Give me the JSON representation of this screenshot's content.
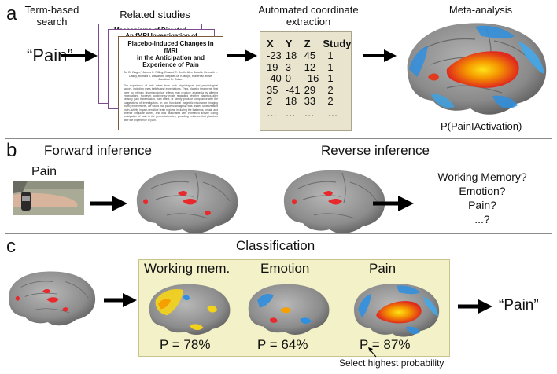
{
  "panel_a": {
    "letter": "a",
    "search_label": "Term-based\nsearch",
    "query": "“Pain”",
    "studies_label": "Related studies",
    "papers": [
      {
        "title": "Mechanisms of Directed"
      },
      {
        "title": "An fMRI Investigation of"
      },
      {
        "title": "Placebo-Induced Changes in fMRI\nin the Anticipation and\nExperience of Pain",
        "authors": "Tor D. Wager,* James K. Rilling, Edward E. Smith, Alex Sokolik, Kenneth L. Casey, Richard J. Davidson, Stephen M. Kosslyn, Robert M. Rose, Jonathan D. Cohen",
        "body": "The experience of pain arises from both physiological and psychological factors, including one's beliefs and expectations. Thus, placebo treatments that have no intrinsic pharmacological effects may produce analgesia by altering expectations. However, controversy exists regarding whether placebos alter sensory pain transmission, pain affect, or simply produce compliance with the suggestions of investigators. In two functional magnetic resonance imaging (fMRI) experiments, we found that placebo analgesia was related to decreased brain activity in pain-sensitive brain regions, including the thalamus, insula, and anterior cingulate cortex, and was associated with increased activity during anticipation of pain in the prefrontal cortex, providing evidence that placebos alter the experience of pain."
      }
    ],
    "extraction_label": "Automated coordinate\nextraction",
    "coord_headers": [
      "X",
      "Y",
      "Z",
      "Study"
    ],
    "coord_rows": [
      [
        "-23",
        "18",
        "45",
        "1"
      ],
      [
        "19",
        "3",
        "12",
        "1"
      ],
      [
        "-40",
        "0",
        "-16",
        "1"
      ],
      [
        "35",
        "-41",
        "29",
        "2"
      ],
      [
        "2",
        "18",
        "33",
        "2"
      ],
      [
        "…",
        "…",
        "…",
        "…"
      ]
    ],
    "meta_label": "Meta-analysis",
    "meta_caption": "P(PainIActivation)"
  },
  "panel_b": {
    "letter": "b",
    "forward_title": "Forward inference",
    "reverse_title": "Reverse inference",
    "stimulus_label": "Pain",
    "candidates": [
      "Working Memory?",
      "Emotion?",
      "Pain?",
      "...?"
    ]
  },
  "panel_c": {
    "letter": "c",
    "title": "Classification",
    "classes": [
      {
        "name": "Working mem.",
        "probability": "P = 78%"
      },
      {
        "name": "Emotion",
        "probability": "P = 64%"
      },
      {
        "name": "Pain",
        "probability": "P = 87%"
      }
    ],
    "result": "“Pain”",
    "footnote": "Select highest probability"
  },
  "colors": {
    "brain_gray": "#8c8c8c",
    "activation_red": "#e8282b",
    "activation_orange": "#f5a000",
    "activation_yellow": "#f3d21a",
    "activation_blue": "#2f8fe0",
    "box_tan": "#e9e4cd",
    "box_yellow": "#f3f1c7"
  }
}
